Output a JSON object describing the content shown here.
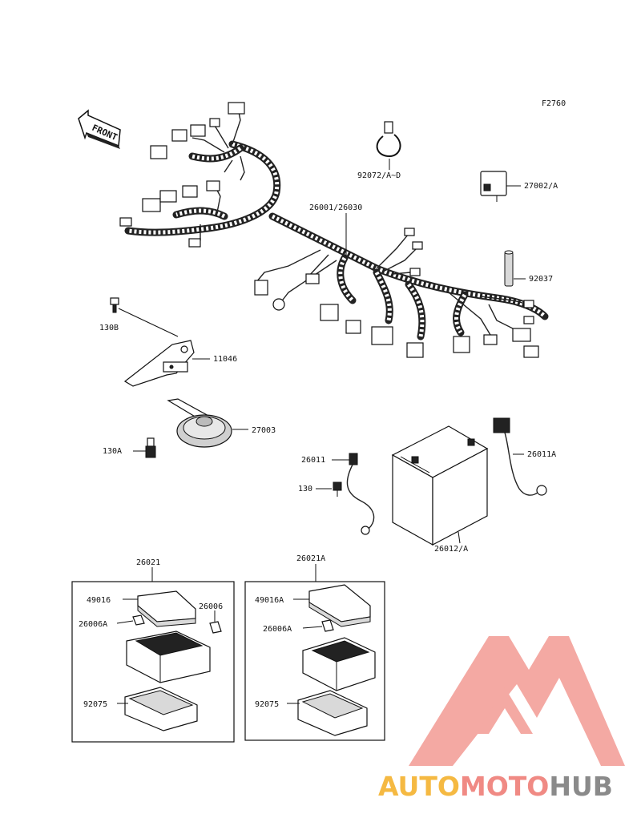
{
  "figure_code": "F2760",
  "front_arrow_label": "FRONT",
  "parts": {
    "harness": "26001/26030",
    "band": "92072/A~D",
    "relay": "27002/A",
    "cap": "92037",
    "bolt_130b": "130B",
    "bracket": "11046",
    "horn": "27003",
    "bolt_130a": "130A",
    "lead_neg": "26011",
    "bolt_130": "130",
    "lead_pos": "26011A",
    "battery": "26012/A"
  },
  "box_left": {
    "title": "26021",
    "cover": "49016",
    "fuse_right": "26006",
    "fuse_left": "26006A",
    "pad": "92075"
  },
  "box_right": {
    "title": "26021A",
    "cover": "49016A",
    "fuse": "26006A",
    "pad": "92075"
  },
  "watermark": {
    "part1": "AUTO",
    "part2": "MOTO",
    "part3": "HUB",
    "color1": "#f5b942",
    "color2": "#f08a84",
    "color3": "#8a8a8a",
    "logo_color": "#f3a09a"
  }
}
